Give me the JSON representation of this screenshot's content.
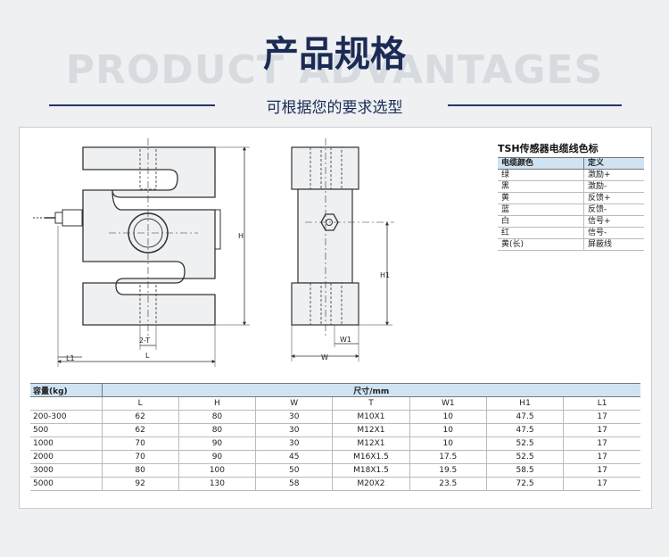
{
  "header": {
    "bg_text": "PRODUCT ADVANTAGES",
    "title": "产品规格",
    "subtitle": "可根据您的要求选型"
  },
  "drawing": {
    "labels": {
      "H": "H",
      "H1": "H1",
      "L": "L",
      "L1": "L1",
      "W": "W",
      "W1": "W1",
      "T": "2-T"
    }
  },
  "color_table": {
    "title": "TSH传感器电缆线色标",
    "headers": [
      "电缆颜色",
      "定义"
    ],
    "rows": [
      [
        "绿",
        "激励+"
      ],
      [
        "黑",
        "激励-"
      ],
      [
        "黄",
        "反馈+"
      ],
      [
        "蓝",
        "反馈-"
      ],
      [
        "白",
        "信号+"
      ],
      [
        "红",
        "信号-"
      ],
      [
        "黄(长)",
        "屏蔽线"
      ]
    ]
  },
  "spec_table": {
    "capacity_header": "容量(kg)",
    "dims_header": "尺寸/mm",
    "columns": [
      "L",
      "H",
      "W",
      "T",
      "W1",
      "H1",
      "L1"
    ],
    "rows": [
      [
        "200-300",
        "62",
        "80",
        "30",
        "M10X1",
        "10",
        "47.5",
        "17"
      ],
      [
        "500",
        "62",
        "80",
        "30",
        "M12X1",
        "10",
        "47.5",
        "17"
      ],
      [
        "1000",
        "70",
        "90",
        "30",
        "M12X1",
        "10",
        "52.5",
        "17"
      ],
      [
        "2000",
        "70",
        "90",
        "45",
        "M16X1.5",
        "17.5",
        "52.5",
        "17"
      ],
      [
        "3000",
        "80",
        "100",
        "50",
        "M18X1.5",
        "19.5",
        "58.5",
        "17"
      ],
      [
        "5000",
        "92",
        "130",
        "58",
        "M20X2",
        "23.5",
        "72.5",
        "17"
      ]
    ]
  }
}
